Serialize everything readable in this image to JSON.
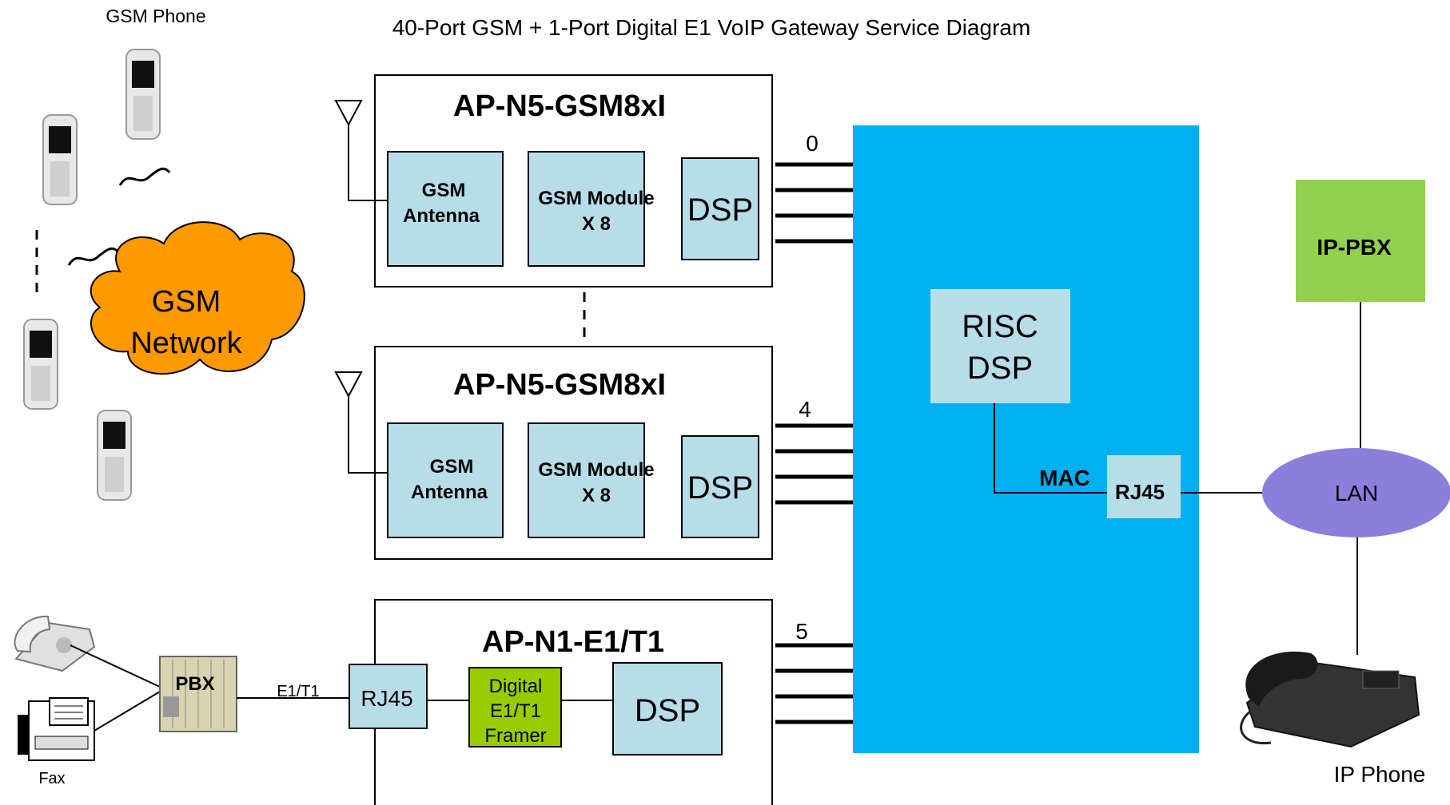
{
  "title": "40-Port GSM + 1-Port Digital E1 VoIP Gateway Service Diagram",
  "gsm_phone_label": "GSM Phone",
  "gsm_network": {
    "line1": "GSM",
    "line2": "Network"
  },
  "gsm_boards": [
    {
      "name": "AP-N5-GSM8xI",
      "antenna": {
        "line1": "GSM",
        "line2": "Antenna"
      },
      "module": {
        "line1": "GSM Module",
        "line2": "X 8"
      },
      "dsp": "DSP",
      "port_label": "0"
    },
    {
      "name": "AP-N5-GSM8xI",
      "antenna": {
        "line1": "GSM",
        "line2": "Antenna"
      },
      "module": {
        "line1": "GSM Module",
        "line2": "X 8"
      },
      "dsp": "DSP",
      "port_label": "4"
    }
  ],
  "e1_board": {
    "name": "AP-N1-E1/T1",
    "rj45": "RJ45",
    "framer": {
      "line1": "Digital",
      "line2": "E1/T1",
      "line3": "Framer"
    },
    "dsp": "DSP",
    "port_label": "5"
  },
  "risc": {
    "line1": "RISC",
    "line2": "DSP"
  },
  "mac_label": "MAC",
  "rj45_label": "RJ45",
  "lan_label": "LAN",
  "ippbx_label": "IP-PBX",
  "ip_phone_label": "IP Phone",
  "pbx_label": "PBX",
  "e1t1_link_label": "E1/T1",
  "fax_label": "Fax",
  "colors": {
    "gateway": "#00b0f0",
    "module_box": "#b7dde8",
    "cloud": "#ff9900",
    "ippbx": "#92d050",
    "framer": "#99cc00",
    "lan": "#8c7fdc"
  }
}
